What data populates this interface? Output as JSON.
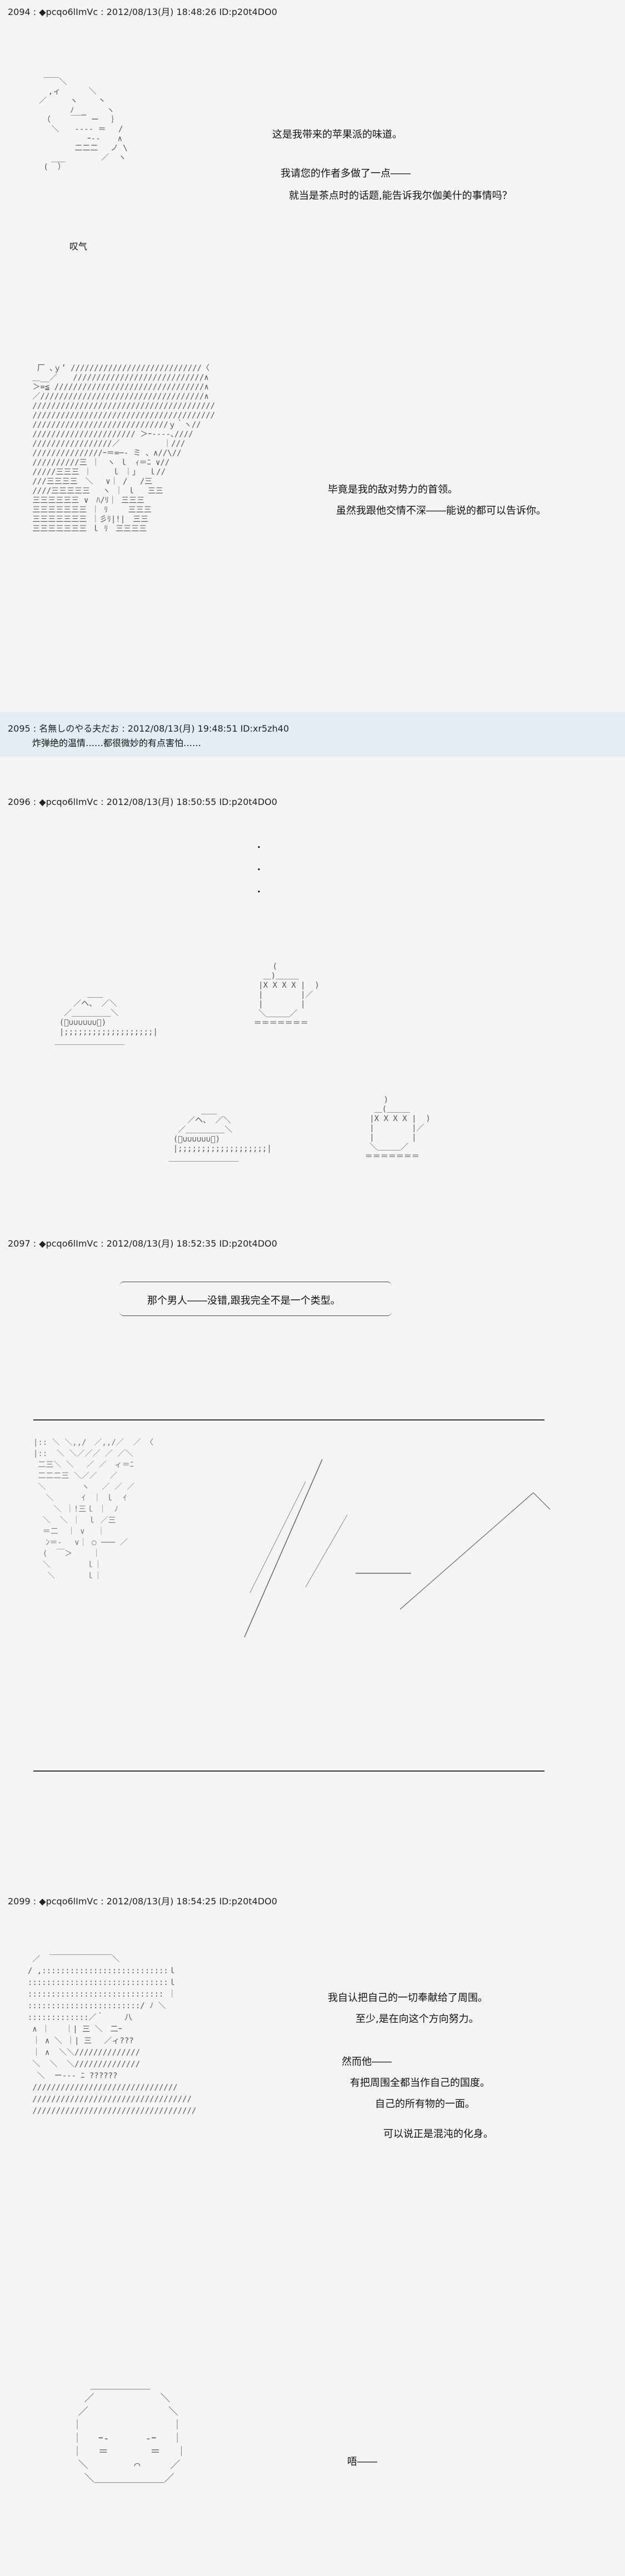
{
  "posts": [
    {
      "header": "2094 : ◆pcqo6lImVc : 2012/08/13(月) 18:48:26 ID:p20t4DO0",
      "lines": [
        "这是我带来的苹果派的味道。",
        "我请您的作者多做了一点――",
        "就当是茶点时的话题,能告诉我尔伽美什的事情吗？",
        "叹气"
      ],
      "lines2": [
        "毕竟是我的敌对势力的首领。",
        "虽然我跟他交情不深――能说的都可以告诉你。"
      ]
    },
    {
      "header": "2095 : 名無しのやる夫だお : 2012/08/13(月) 19:48:51 ID:xr5zh40",
      "lines": [
        "炸弹绝的温情……都很微妙的有点害怕……"
      ]
    },
    {
      "header": "2096 : ◆pcqo6lImVc : 2012/08/13(月) 18:50:55 ID:p20t4DO0",
      "dots": [
        "・",
        "・",
        "・"
      ]
    },
    {
      "header": "2097 : ◆pcqo6lImVc : 2012/08/13(月) 18:52:35 ID:p20t4DO0",
      "lines": [
        "那个男人――没错,跟我完全不是一个类型。"
      ]
    },
    {
      "header": "2099 : ◆pcqo6lImVc : 2012/08/13(月) 18:54:25 ID:p20t4DO0",
      "lines": [
        "我自认把自己的一切奉献给了周围。",
        "至少,是在向这个方向努力。",
        "然而他――",
        "有把周围全都当作自己的国度。",
        "自己的所有物的一面。",
        "可以说正是混沌的化身。",
        "唔――"
      ]
    }
  ],
  "art": {
    "face1": " ￣￣＼\n  ,ィ　　　 ＼\n／　　　ヽ　　 丶\n　　　　ﾉ　_　　 ヽ\n　（　　 ￣￣ ー　 ｝\n　 ＼　　-‐‐‐ ＝　 /\n　　　　 　 ｰ--　  ∧\n　　　　 二二二　 ノ \\\n　 ___　　　　 ／  ヽ\n (  ）",
    "knight": "  厂 ､ｙ’ ////////////////////////////〈\n ＿__／　　////////////////////////////∧\n ＞=≦ ////////////////////////////////∧\n ／///////////////////////////////////∧\n ///////////////////////////////////////\n ///////////////////////////////////////\n /////////////////////////////ｙ｀ヽ//\n ////////////////////// ＞ｰ--‐‐､////\n /////////////////／　　　　　 ｜///\n ///////////////ｰ＝=─- ミ 、∧//\\//\n //////////三 ｜　ヽ ｌ　ｨ＝ﾆ ∨//\n /////三三三 ｜　　 ｌ ｜｣　 ｌ//\n ///三三三三　＼　 ∨｜ /　 /三\n ////三三三三三　 ヽ ｜ ｌ　 三三\n 三三三三三三 ∨　ﾊ/ﾘ｜ 三三三\n 三三三三三三三 ｜ ﾘ　　 三三三\n 三三三三三三三 ｜彡ﾘ|!|　三三\n 三三三三三三三 ｌ ﾘ　三三三三",
    "cake1": "        ＿＿\n     ／ヘ、 ／＼\n   ／＿＿＿＿＿＼\n  (ﾟ∪∪∪∪∪∪ﾟ)\n  |;;;;;;;;;;;;;;;;;;;|\n ＿＿＿＿＿＿＿＿＿",
    "cup1": "      (\n    ＿)＿＿＿\n   |X X X X |  )\n   |        |／\n   |        |\n   ＼＿＿＿／\n  ＝＝＝＝＝＝＝",
    "cake2": "        ＿＿\n     ／ヘ、 ／＼\n   ／＿＿＿＿＿＼\n  (ﾟ∪∪∪∪∪∪ﾟ)\n  |;;;;;;;;;;;;;;;;;;;|\n ＿＿＿＿＿＿＿＿＿",
    "cup2": "      )\n    ＿(＿＿＿\n   |X X X X |  )\n   |        |／\n   |        |\n   ＼＿＿＿／\n  ＝＝＝＝＝＝＝",
    "speedface": "|:: ＼ ＼,,/　／,,/／  ／ 〈\n|::  ＼ ＼／／／ ／ ／＼\n 二三＼ ＼　 ／ ／　ィ＝ﾆ\n 二二二三 ＼／／　 ／\n ＼　　　　 ヽ　 ／ ／ ／\n 　＼　　　 ｲ　｜ ｌ  ｲ\n 　　＼ ｜!三ｌ ｜　ﾉ\n  ＼  ＼ ｜　ｌ ／三\n  ＝二  ｜ ∨　 ｜\n 　ﾝ＝-　 ∨｜ ○ ─── ／\n  (  ￣＞　　 ｜\n  ＼　　　　 ｌ｜\n   ＼　　　　ｌ｜",
    "robe": " ／  ￣￣￣￣￣￣￣￣＼\n/ ,:::::::::::::::::::::::::::ｌ\n::::::::::::::::::::::::::::::ｌ\n::::::::::::::::::::::::::::: ｜\n::::::::::::::::::::::::/ ﾉ ＼\n:::::::::::::／｀　　 八\n ∧ ｜　　｜| 三 ＼　二ｰ\n ｜ ∧ ＼ ｜| 三　 ／ィ???\n ｜ ∧  ＼＼//////////////\n ＼  ＼  ＼//////////////\n  ＼  ー--- ﾆ ??????\n ///////////////////////////////\n //////////////////////////////////\n ///////////////////////////////////",
    "octaface": "   ＿＿＿＿＿＿\n  ／　　　　　　 ＼\n ／　　　　　　　　＼\n｜　　　　　　　　　｜\n｜　 ｰ‐　　　 ‐ｰ 　｜\n｜　 ＝ 　　　 ＝　 ｜\n ＼　　　　 ⌒　　　／\n  ＼＿＿＿＿＿＿＿／"
  }
}
